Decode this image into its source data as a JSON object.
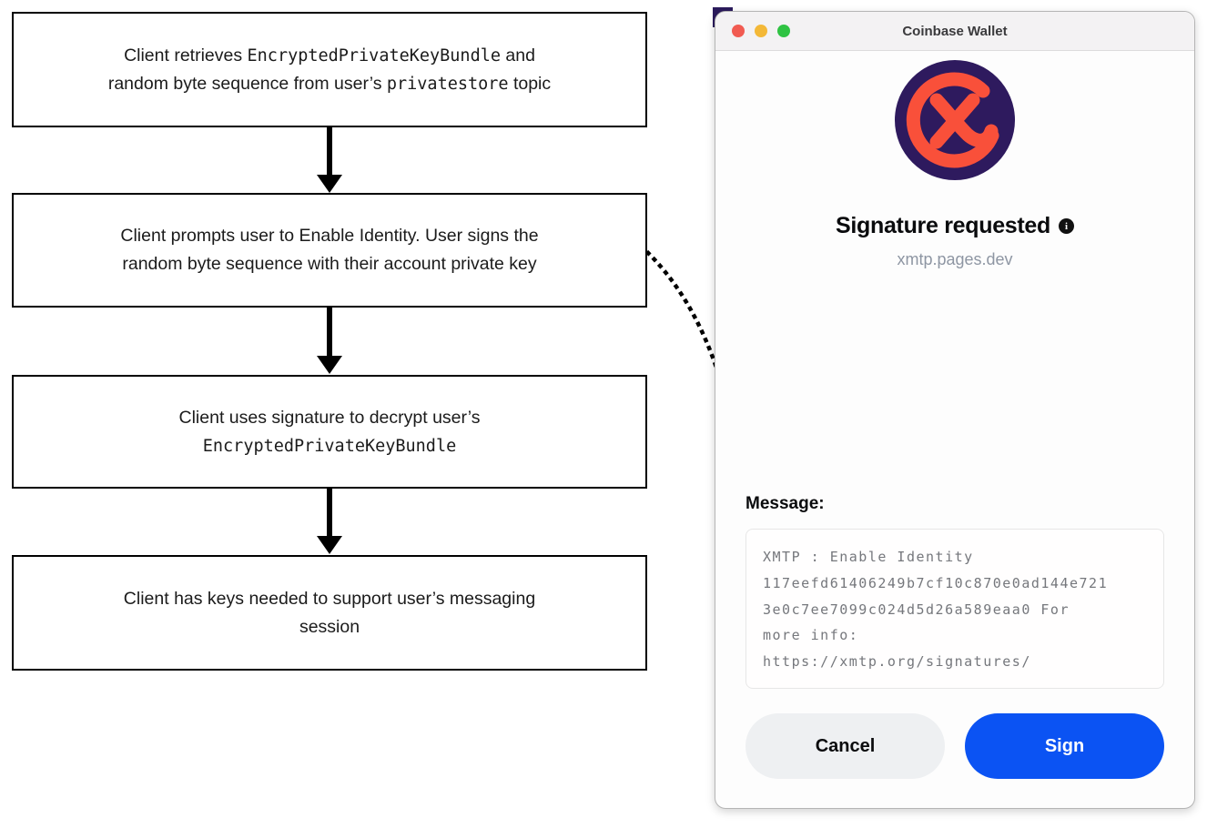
{
  "flowchart": {
    "boxes": [
      {
        "lines": [
          [
            {
              "text": "Client retrieves ",
              "mono": false
            },
            {
              "text": "EncryptedPrivateKeyBundle",
              "mono": true
            },
            {
              "text": " and",
              "mono": false
            }
          ],
          [
            {
              "text": "random byte sequence from user’s ",
              "mono": false
            },
            {
              "text": "privatestore",
              "mono": true
            },
            {
              "text": " topic",
              "mono": false
            }
          ]
        ]
      },
      {
        "lines": [
          [
            {
              "text": "Client prompts user to Enable Identity. User signs the",
              "mono": false
            }
          ],
          [
            {
              "text": "random byte sequence with their account private key",
              "mono": false
            }
          ]
        ]
      },
      {
        "lines": [
          [
            {
              "text": "Client uses signature to decrypt user’s",
              "mono": false
            }
          ],
          [
            {
              "text": "EncryptedPrivateKeyBundle",
              "mono": true
            }
          ]
        ]
      },
      {
        "lines": [
          [
            {
              "text": "Client has keys needed to support user’s messaging",
              "mono": false
            }
          ],
          [
            {
              "text": "session",
              "mono": false
            }
          ]
        ]
      }
    ]
  },
  "dialog": {
    "window_title": "Coinbase Wallet",
    "heading": "Signature requested",
    "info_glyph": "i",
    "origin": "xmtp.pages.dev",
    "message_label": "Message:",
    "message_lines": [
      "XMTP : Enable Identity",
      "117eefd61406249b7cf10c870e0ad144e721",
      "3e0c7ee7099c024d5d26a589eaa0 For",
      "more info:",
      "https://xmtp.org/signatures/"
    ],
    "buttons": {
      "cancel": "Cancel",
      "sign": "Sign"
    },
    "colors": {
      "sign_blue": "#0b53f3",
      "cancel_gray": "#eef0f2",
      "logo_purple": "#2e1a5e",
      "logo_orange": "#f9503a",
      "origin_gray": "#8e96a3"
    }
  }
}
